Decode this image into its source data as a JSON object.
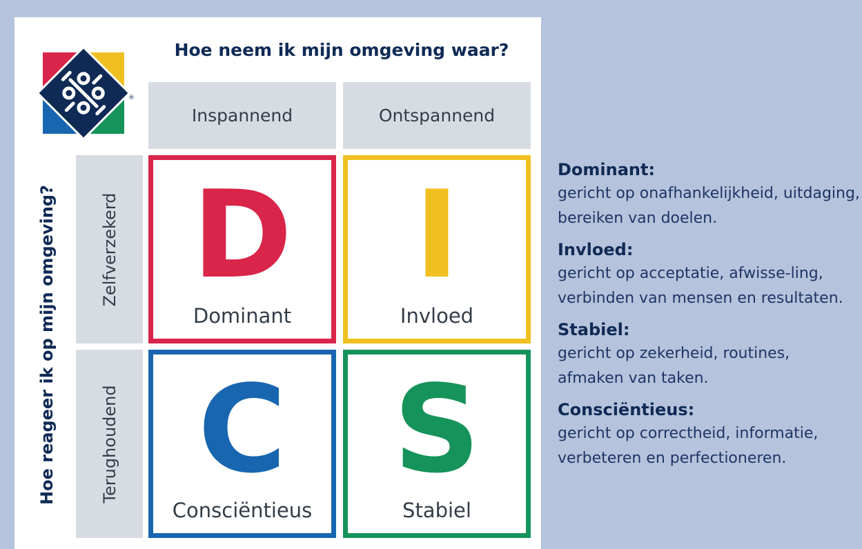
{
  "header": {
    "title": "Hoe neem ik mijn omgeving waar?"
  },
  "side": {
    "title": "Hoe reageer ik op mijn omgeving?"
  },
  "columns": [
    "Inspannend",
    "Ontspannend"
  ],
  "rows": [
    "Zelfverzekerd",
    "Terughoudend"
  ],
  "quadrants": [
    {
      "letter": "D",
      "name": "Dominant",
      "color": "#d9254a"
    },
    {
      "letter": "I",
      "name": "Invloed",
      "color": "#f0c020"
    },
    {
      "letter": "C",
      "name": "Consciëntieus",
      "color": "#1866b0"
    },
    {
      "letter": "S",
      "name": "Stabiel",
      "color": "#16935a"
    }
  ],
  "descriptions": [
    {
      "title": "Dominant:",
      "text": "gericht op onafhankelijkheid, uitdaging, bereiken van doelen."
    },
    {
      "title": "Invloed:",
      "text": "gericht op acceptatie, afwisse-ling, verbinden van mensen en resultaten."
    },
    {
      "title": "Stabiel:",
      "text": "gericht op zekerheid, routines, afmaken van taken."
    },
    {
      "title": "Consciëntieus:",
      "text": "gericht op correctheid, informatie, verbeteren en perfectioneren."
    }
  ],
  "logo": {
    "icon": "disc-logo-icon",
    "colors": {
      "red": "#d9254a",
      "yellow": "#f0c020",
      "blue": "#1866b0",
      "green": "#16935a",
      "navy": "#0f2a55"
    },
    "mark": "®"
  }
}
